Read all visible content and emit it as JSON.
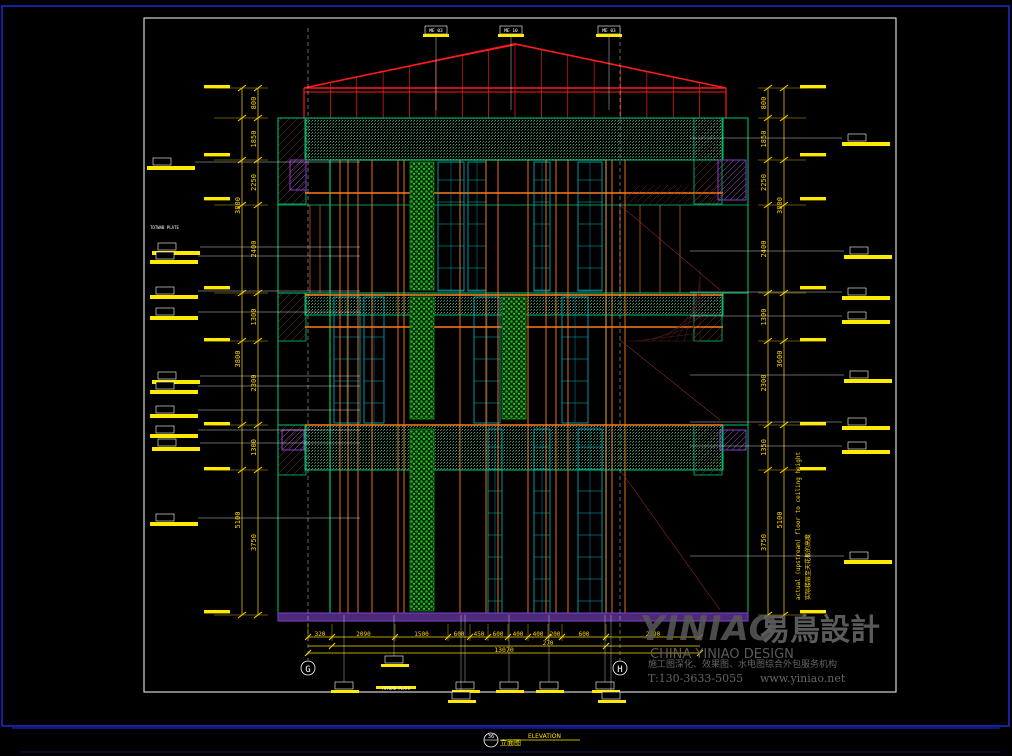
{
  "app": {
    "background": "#000000",
    "frame_color": "#1f2bd6",
    "sheet_border_color": "#ffffff"
  },
  "colors": {
    "roof": "#ff1a1a",
    "wall_outline": "#00c86e",
    "mullion": "#ff7a1a",
    "glass": "#00b7c8",
    "dimension": "#ffd800",
    "label_tag": "#ffea00",
    "hatch": "#2a2a2a",
    "planter": "#1a8f1a",
    "purple_band": "#8a3cc8",
    "axis": "#ffffff"
  },
  "vertical_dims_left": {
    "inner": [
      "800",
      "1850",
      "2250",
      "2400",
      "1300",
      "2300",
      "1300",
      "3750"
    ],
    "outer": [
      "3800",
      "3800",
      "5100"
    ]
  },
  "vertical_dims_right": {
    "inner": [
      "800",
      "1850",
      "2250",
      "2400",
      "1300",
      "2300",
      "1350",
      "3750"
    ],
    "outer": [
      "3800",
      "3600",
      "5100"
    ]
  },
  "horizontal_dims": {
    "segments": [
      "320",
      "2090",
      "1500",
      "600",
      "450",
      "600",
      "400",
      "400",
      "200",
      "600",
      "2390"
    ],
    "subtotal": "270",
    "total": "13070"
  },
  "axis_labels": {
    "left": "G",
    "right": "H"
  },
  "vertical_note": {
    "line1": "actual (upstream) floor to ceiling height",
    "line2": "实际楼层至天花板的高度"
  },
  "callout_tags_text": {
    "roof_a": "ME 03",
    "roof_b": "ME 10",
    "roof_c": "ME 03",
    "bottom_total": "TOTWAB PLATE",
    "left_totwab": "TOTWAB PLATE"
  },
  "watermark": {
    "brand": "YINIAO",
    "brand_cn": "易鳥設計",
    "brand_en": "CHINA YINIAO DESIGN",
    "tagline": "施工图深化、效果图、水电图综合外包服务机构",
    "phone": "T:130-3633-5055",
    "website": "www.yiniao.net"
  },
  "title_block": {
    "number": "36",
    "label_en": "ELEVATION",
    "label_cn": "立面图"
  }
}
